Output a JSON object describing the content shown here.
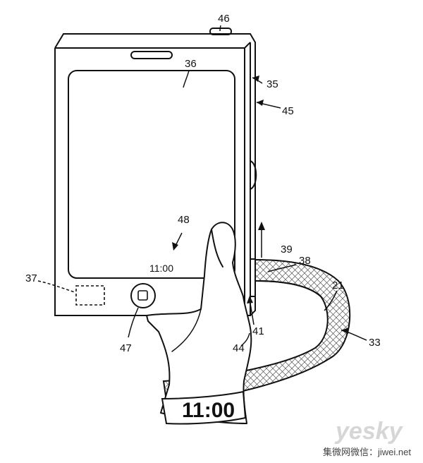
{
  "labels": {
    "l46": "46",
    "l36": "36",
    "l35": "35",
    "l45": "45",
    "l48": "48",
    "l39": "39",
    "l38": "38",
    "l37": "37",
    "l21": "21",
    "l33": "33",
    "l41": "41",
    "l44": "44",
    "l47": "47"
  },
  "screen_time": "11:00",
  "band_time": "11:00",
  "watermark": {
    "logo": "yesky",
    "text": "集微网微信：jiwei.net"
  }
}
